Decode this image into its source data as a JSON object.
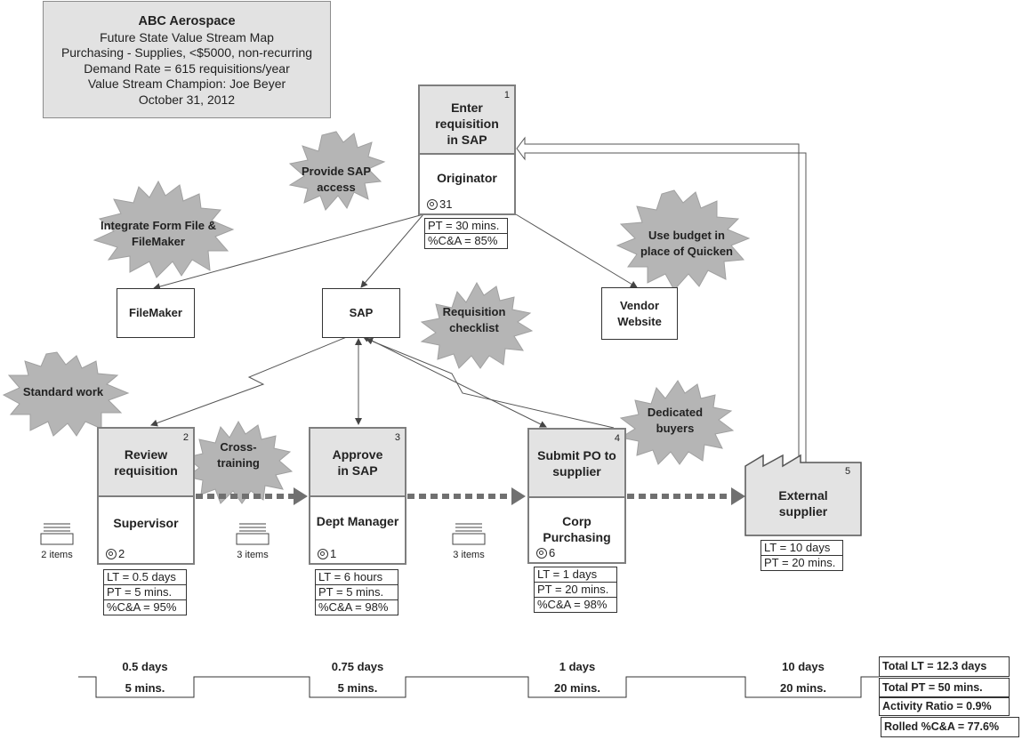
{
  "title_box": {
    "lines": [
      "ABC Aerospace",
      "Future State Value Stream Map",
      "Purchasing - Supplies, <$5000, non-recurring",
      "Demand Rate = 615 requisitions/year",
      "Value Stream Champion: Joe Beyer",
      "October 31, 2012"
    ]
  },
  "processes": [
    {
      "id": "1",
      "name": "Enter requisition in SAP",
      "role": "Originator",
      "operators": "31",
      "data": [
        "PT = 30 mins.",
        "%C&A = 85%"
      ]
    },
    {
      "id": "2",
      "name": "Review requisition",
      "role": "Supervisor",
      "operators": "2",
      "data": [
        "LT = 0.5 days",
        "PT = 5 mins.",
        "%C&A = 95%"
      ]
    },
    {
      "id": "3",
      "name": "Approve in SAP",
      "role": "Dept Manager",
      "operators": "1",
      "data": [
        "LT = 6 hours",
        "PT = 5 mins.",
        "%C&A = 98%"
      ]
    },
    {
      "id": "4",
      "name": "Submit PO to supplier",
      "role": "Corp Purchasing",
      "operators": "6",
      "data": [
        "LT = 1 days",
        "PT = 20 mins.",
        "%C&A = 98%"
      ]
    }
  ],
  "external_supplier": {
    "id": "5",
    "name": "External supplier",
    "data": [
      "LT = 10 days",
      "PT = 20 mins."
    ]
  },
  "info_systems": {
    "filemaker": "FileMaker",
    "sap": "SAP",
    "vendor": "Vendor Website"
  },
  "kaizen_bursts": {
    "provide_sap_access": "Provide SAP access",
    "integrate_form_file": "Integrate Form File & FileMaker",
    "use_budget": "Use budget in place of Quicken",
    "requisition_checklist": "Requisition checklist",
    "standard_work": "Standard work",
    "cross_training": "Cross- training",
    "dedicated_buyers": "Dedicated buyers"
  },
  "inventory": [
    "2 items",
    "3 items",
    "3 items"
  ],
  "timeline": {
    "lead_times": [
      "0.5 days",
      "0.75 days",
      "1 days",
      "10 days"
    ],
    "process_times": [
      "5 mins.",
      "5 mins.",
      "20 mins.",
      "20 mins."
    ]
  },
  "summary": {
    "total_lt": "Total LT = 12.3 days",
    "total_pt": "Total PT = 50 mins.",
    "activity_ratio": "Activity Ratio = 0.9%",
    "rolled_ca": "Rolled %C&A = 77.6%"
  },
  "colors": {
    "box_fill": "#e3e3e3",
    "burst_fill": "#b5b5b5",
    "line": "#555555",
    "push_arrow": "#707070"
  }
}
